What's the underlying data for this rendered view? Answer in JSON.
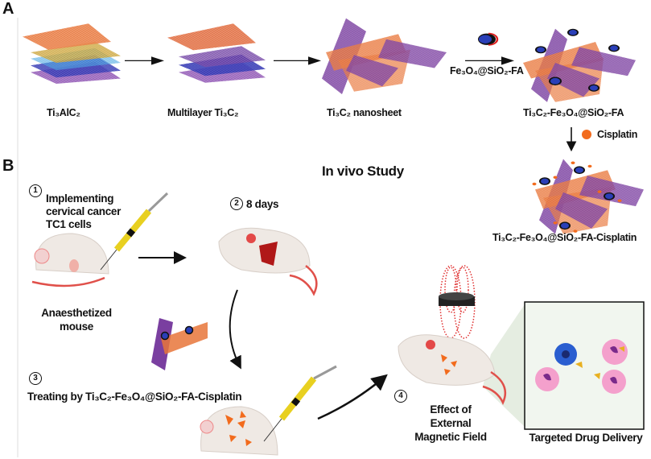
{
  "panels": {
    "a": "A",
    "b": "B"
  },
  "synthesis": {
    "steps": [
      {
        "label": "Ti₃AlC₂"
      },
      {
        "label": "Multilayer Ti₃C₂"
      },
      {
        "label": "Ti₃C₂ nanosheet"
      },
      {
        "label": "Ti₃C₂-Fe₃O₄@SiO₂-FA"
      },
      {
        "label": "Ti₃C₂-Fe₃O₄@SiO₂-FA-Cisplatin"
      }
    ],
    "reagent_label": "Fe₃O₄@SiO₂-FA",
    "cisplatin_label": "Cisplatin",
    "colors": {
      "orange": "#e8763a",
      "purple": "#7a3fa0",
      "blue": "#2a3fb8",
      "cisplatin": "#f26b1d"
    }
  },
  "study": {
    "title": "In vivo Study",
    "steps": [
      {
        "number": "1",
        "text": [
          "Implementing",
          "cervical cancer",
          "TC1 cells"
        ]
      },
      {
        "number": "2",
        "text": [
          "8 days"
        ]
      },
      {
        "number": "3",
        "text": [
          "Treating by Ti₃C₂-Fe₃O₄@SiO₂-FA-Cisplatin"
        ]
      },
      {
        "number": "4",
        "text": [
          "Effect of",
          "External",
          "Magnetic Field"
        ]
      }
    ],
    "mouse_label": [
      "Anaesthetized",
      "mouse"
    ],
    "delivery_label": "Targeted Drug Delivery"
  }
}
